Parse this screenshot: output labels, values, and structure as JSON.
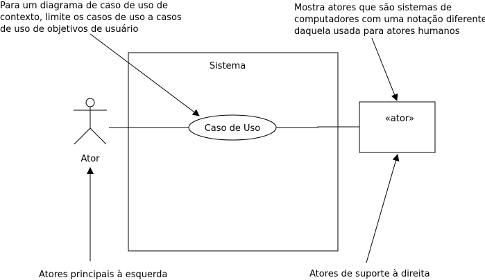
{
  "system": {
    "label": "Sistema"
  },
  "use_case": {
    "label": "Caso de Uso"
  },
  "actor_human": {
    "label": "Ator"
  },
  "actor_system": {
    "label": "«ator»"
  },
  "notes": {
    "context_note": [
      "Para um diagrama de caso de uso de",
      "contexto, limite os casos de uso a casos",
      "de uso de objetivos de usuário"
    ],
    "system_actor_note": [
      "Mostra atores que são sistemas de",
      "computadores com uma notação diferente",
      "daquela usada para atores humanos"
    ],
    "primary_actors_note": "Atores principais à esquerda",
    "supporting_actors_note": "Atores de suporte à direita"
  }
}
